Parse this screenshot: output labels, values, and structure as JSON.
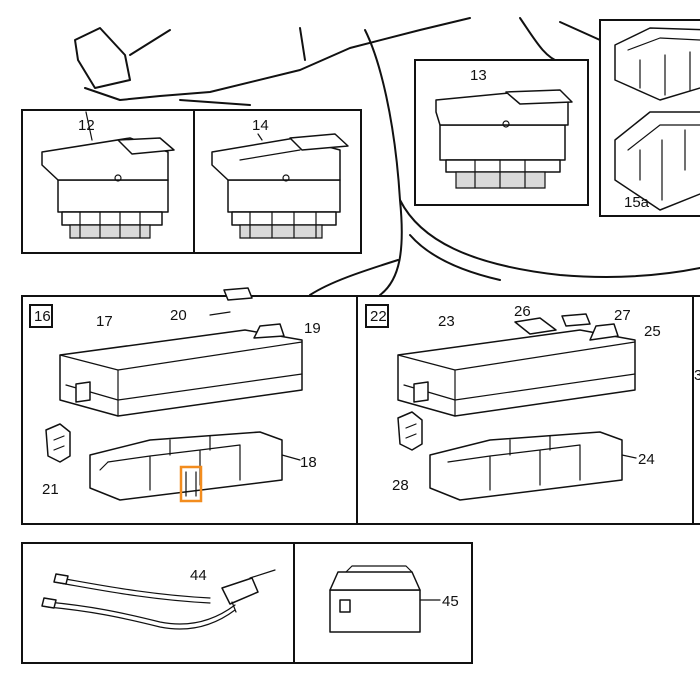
{
  "diagram": {
    "labels": {
      "p12": "12",
      "p13": "13",
      "p14": "14",
      "p15a": "15a",
      "p16": "16",
      "p17": "17",
      "p18": "18",
      "p19": "19",
      "p20": "20",
      "p21": "21",
      "p22": "22",
      "p23": "23",
      "p24": "24",
      "p25": "25",
      "p26": "26",
      "p27": "27",
      "p28": "28",
      "p44": "44",
      "p45": "45",
      "p3x": "3"
    },
    "highlight_color": "#f28c1e",
    "highlighted_part": "18"
  }
}
